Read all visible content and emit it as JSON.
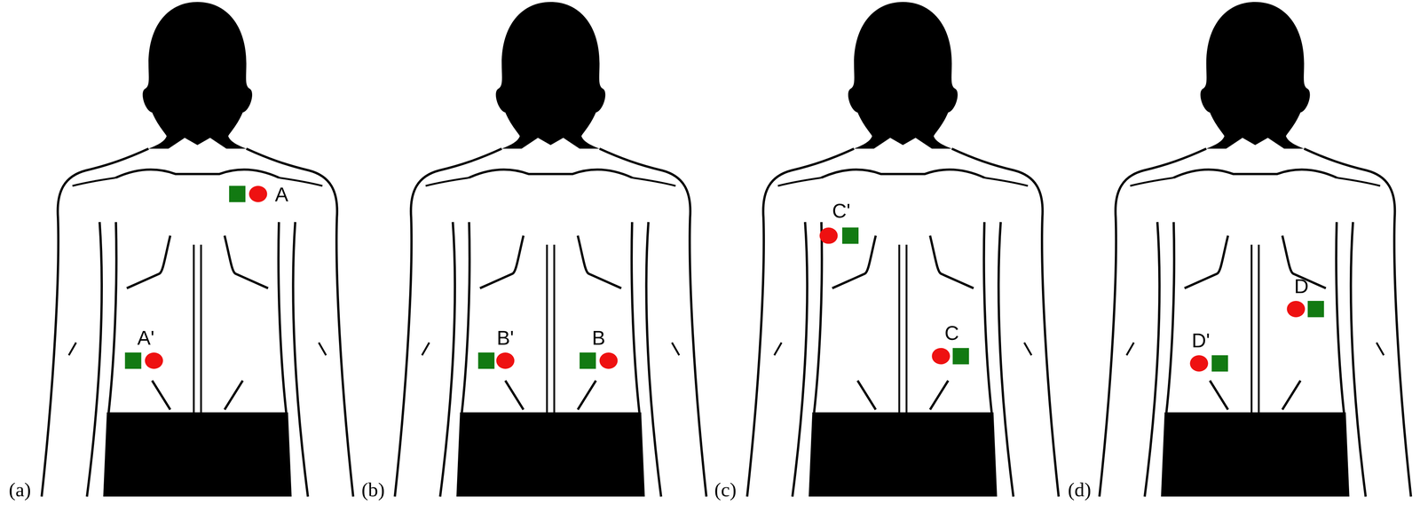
{
  "diagram": {
    "labels": [
      "A",
      "A'",
      "(a)",
      "B'",
      "B",
      "(b)",
      "C'",
      "C",
      "(c)",
      "D",
      "D'",
      "(d)"
    ]
  }
}
